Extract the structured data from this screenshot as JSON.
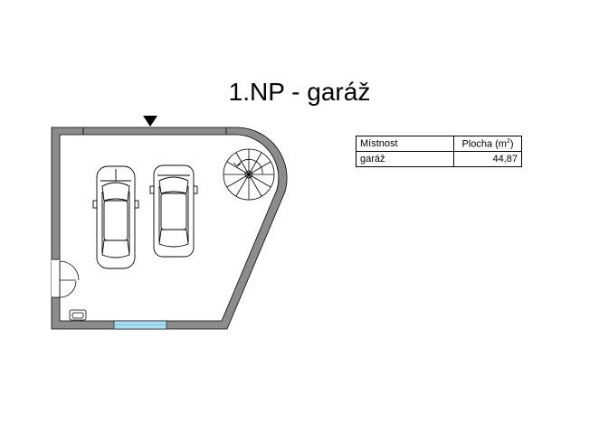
{
  "title": "1.NP - garáž",
  "room_table": {
    "header": {
      "room": "Místnost",
      "area": "Plocha (m",
      "area_sup": "2",
      "area_close": ")"
    },
    "rows": [
      {
        "room": "garáž",
        "area": "44,87"
      }
    ]
  },
  "colors": {
    "wall": "#8c8c8c",
    "wall_edge": "#000000",
    "window": "#a9dcf0",
    "line": "#000000"
  }
}
